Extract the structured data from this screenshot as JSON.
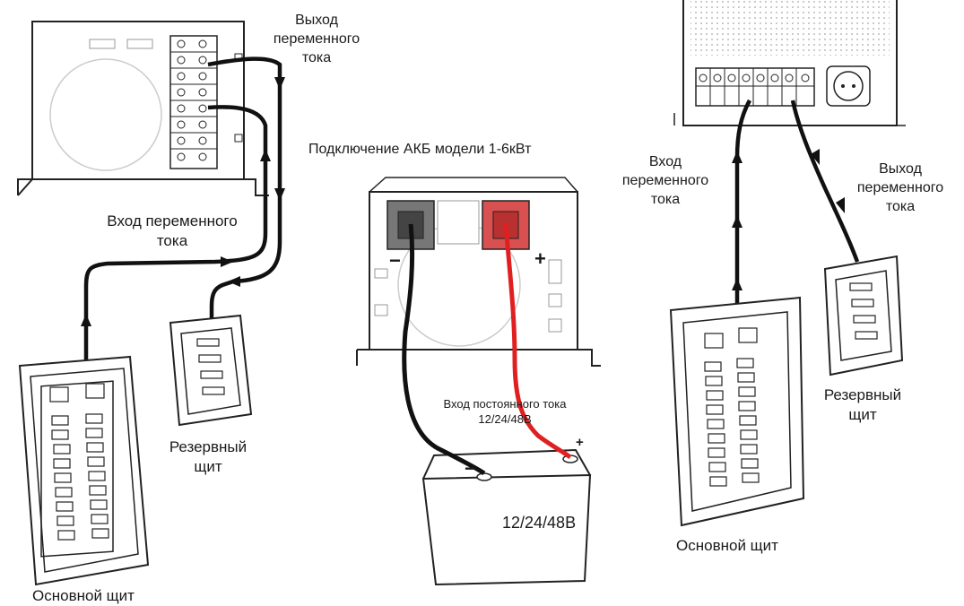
{
  "title": "Подключение АКБ модели 1-6кВт",
  "left_scheme": {
    "ac_output_label": [
      "Выход",
      "переменного",
      "тока"
    ],
    "ac_input_label": [
      "Вход переменного",
      "тока"
    ],
    "backup_panel_label": [
      "Резервный",
      "щит"
    ],
    "main_panel_label": "Основной щит"
  },
  "center_scheme": {
    "dc_input_label": [
      "Вход постоянного тока",
      "12/24/48В"
    ],
    "battery_voltage": "12/24/48В",
    "minus_sign": "−",
    "plus_sign": "+"
  },
  "right_scheme": {
    "ac_input_label": [
      "Вход",
      "переменного",
      "тока"
    ],
    "ac_output_label": [
      "Выход",
      "переменного",
      "тока"
    ],
    "backup_panel_label": [
      "Резервный",
      "щит"
    ],
    "main_panel_label": "Основной щит"
  }
}
